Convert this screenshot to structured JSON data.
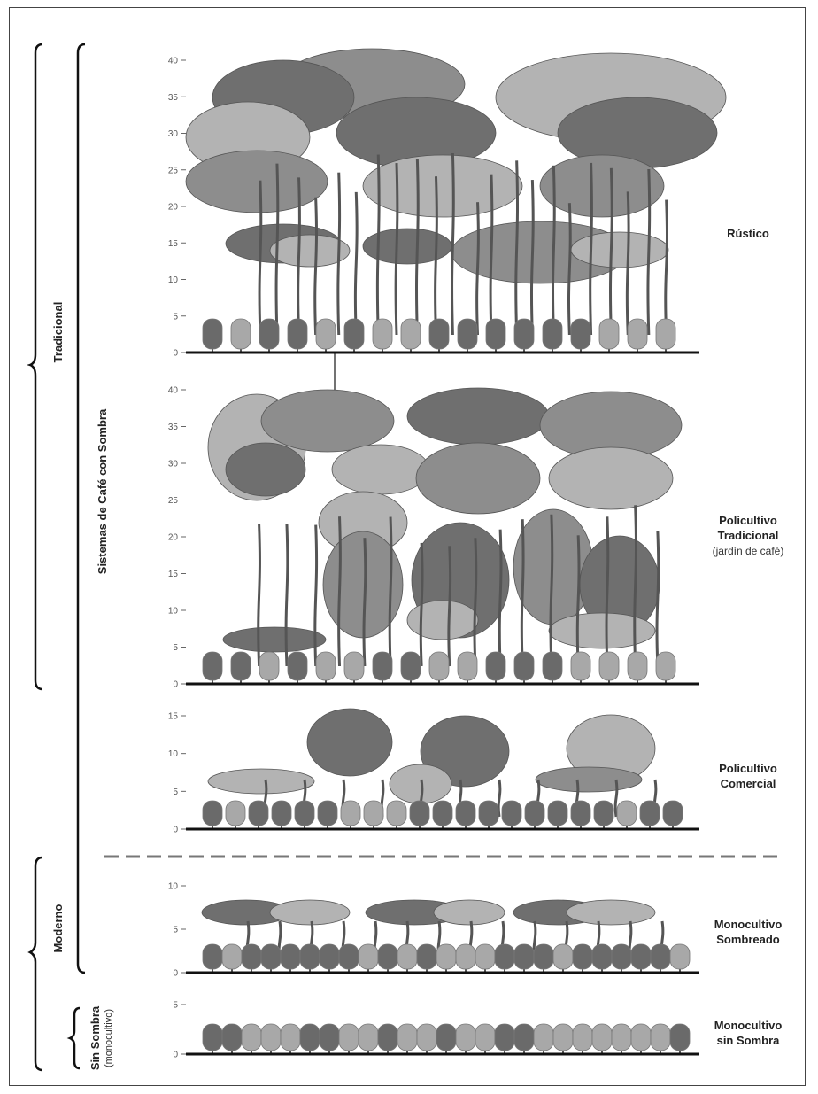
{
  "brackets": {
    "tradicional": "Tradicional",
    "moderno": "Moderno",
    "sistemas_cafe_sombra": "Sistemas de Café con Sombra",
    "sin_sombra": "Sin Sombra",
    "sin_sombra_sub": "(monocultivo)"
  },
  "panels": [
    {
      "id": "rustico",
      "label_lines": [
        "Rústico"
      ],
      "sublabel": "",
      "ymax": 40,
      "ticks": [
        "0",
        "5",
        "10",
        "15",
        "20",
        "25",
        "30",
        "35",
        "40"
      ]
    },
    {
      "id": "policultivo-tradicional",
      "label_lines": [
        "Policultivo",
        "Tradicional"
      ],
      "sublabel": "(jardín de café)",
      "ymax": 40,
      "ticks": [
        "0",
        "5",
        "10",
        "15",
        "20",
        "25",
        "30",
        "35",
        "40"
      ]
    },
    {
      "id": "policultivo-comercial",
      "label_lines": [
        "Policultivo",
        "Comercial"
      ],
      "sublabel": "",
      "ymax": 15,
      "ticks": [
        "0",
        "5",
        "10",
        "15"
      ]
    },
    {
      "id": "monocultivo-sombreado",
      "label_lines": [
        "Monocultivo",
        "Sombreado"
      ],
      "sublabel": "",
      "ymax": 10,
      "ticks": [
        "0",
        "5",
        "10"
      ]
    },
    {
      "id": "monocultivo-sin-sombra",
      "label_lines": [
        "Monocultivo",
        "sin Sombra"
      ],
      "sublabel": "",
      "ymax": 5,
      "ticks": [
        "0",
        "5"
      ]
    }
  ],
  "colors": {
    "canopy_dark": "#6f6f6f",
    "canopy_mid": "#8d8d8d",
    "canopy_light": "#b3b3b3",
    "coffee_light": "#a8a8a8",
    "coffee_dark": "#6a6a6a",
    "trunk": "#555555",
    "axis": "#111111"
  }
}
